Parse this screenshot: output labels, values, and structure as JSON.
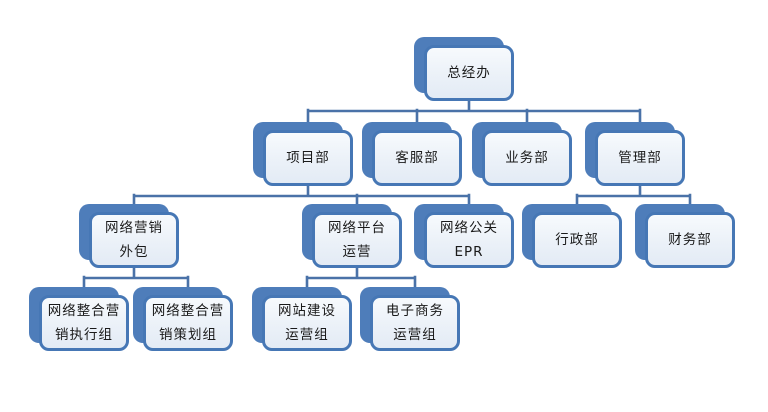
{
  "diagram": {
    "type": "org-chart",
    "colors": {
      "background": "#ffffff",
      "node_border": "#4677b5",
      "node_shadow_fill": "#4e7dba",
      "node_fill_light": "#f7fafd",
      "node_fill_dark": "#e3ebf5",
      "connector": "#4a72a8",
      "text": "#1a1a1a"
    },
    "nodes": [
      {
        "id": "general-office",
        "label": "总经办",
        "lines": [
          "总经办"
        ]
      },
      {
        "id": "project-dept",
        "label": "项目部",
        "lines": [
          "项目部"
        ]
      },
      {
        "id": "customer-service-dept",
        "label": "客服部",
        "lines": [
          "客服部"
        ]
      },
      {
        "id": "business-dept",
        "label": "业务部",
        "lines": [
          "业务部"
        ]
      },
      {
        "id": "management-dept",
        "label": "管理部",
        "lines": [
          "管理部"
        ]
      },
      {
        "id": "network-marketing-outsourcing",
        "label": "网络营销外包",
        "lines": [
          "网络营销",
          "外包"
        ]
      },
      {
        "id": "network-platform-operations",
        "label": "网络平台运营",
        "lines": [
          "网络平台",
          "运营"
        ]
      },
      {
        "id": "network-pr-epr",
        "label": "网络公关EPR",
        "lines": [
          "网络公关",
          "EPR"
        ]
      },
      {
        "id": "administration-dept",
        "label": "行政部",
        "lines": [
          "行政部"
        ]
      },
      {
        "id": "finance-dept",
        "label": "财务部",
        "lines": [
          "财务部"
        ]
      },
      {
        "id": "integrated-marketing-execution-team",
        "label": "网络整合营销执行组",
        "lines": [
          "网络整合营",
          "销执行组"
        ]
      },
      {
        "id": "integrated-marketing-planning-team",
        "label": "网络整合营销策划组",
        "lines": [
          "网络整合营",
          "销策划组"
        ]
      },
      {
        "id": "website-construction-operations-team",
        "label": "网站建设运营组",
        "lines": [
          "网站建设",
          "运营组"
        ]
      },
      {
        "id": "ecommerce-operations-team",
        "label": "电子商务运营组",
        "lines": [
          "电子商务",
          "运营组"
        ]
      }
    ],
    "edges": [
      {
        "from": "general-office",
        "to": "project-dept"
      },
      {
        "from": "general-office",
        "to": "customer-service-dept"
      },
      {
        "from": "general-office",
        "to": "business-dept"
      },
      {
        "from": "general-office",
        "to": "management-dept"
      },
      {
        "from": "project-dept",
        "to": "network-marketing-outsourcing"
      },
      {
        "from": "project-dept",
        "to": "network-platform-operations"
      },
      {
        "from": "project-dept",
        "to": "network-pr-epr"
      },
      {
        "from": "management-dept",
        "to": "administration-dept"
      },
      {
        "from": "management-dept",
        "to": "finance-dept"
      },
      {
        "from": "network-marketing-outsourcing",
        "to": "integrated-marketing-execution-team"
      },
      {
        "from": "network-marketing-outsourcing",
        "to": "integrated-marketing-planning-team"
      },
      {
        "from": "network-platform-operations",
        "to": "website-construction-operations-team"
      },
      {
        "from": "network-platform-operations",
        "to": "ecommerce-operations-team"
      }
    ]
  }
}
